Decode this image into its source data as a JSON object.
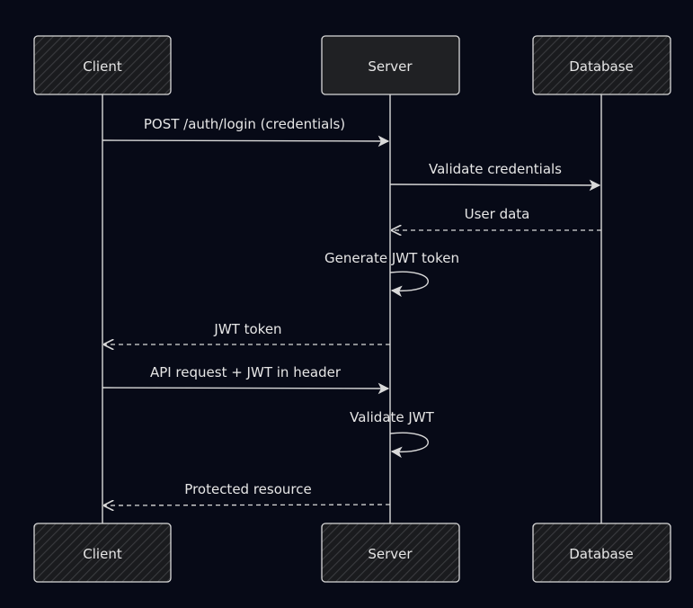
{
  "diagram": {
    "type": "sequence",
    "theme": {
      "background": "#070a17",
      "stroke": "#d9d9d9",
      "text": "#e6e6e6",
      "box_fill": "#202124",
      "hatch": "#3a3b3f"
    },
    "participants": [
      {
        "id": "client",
        "label": "Client",
        "fill_style": "hatch"
      },
      {
        "id": "server",
        "label": "Server",
        "fill_style": "solid"
      },
      {
        "id": "database",
        "label": "Database",
        "fill_style": "hatch"
      }
    ],
    "footer_participants": [
      {
        "id": "client",
        "label": "Client"
      },
      {
        "id": "server",
        "label": "Server"
      },
      {
        "id": "database",
        "label": "Database"
      }
    ],
    "messages": [
      {
        "from": "client",
        "to": "server",
        "label": "POST /auth/login (credentials)",
        "style": "solid"
      },
      {
        "from": "server",
        "to": "database",
        "label": "Validate credentials",
        "style": "solid"
      },
      {
        "from": "database",
        "to": "server",
        "label": "User data",
        "style": "dashed"
      },
      {
        "from": "server",
        "to": "server",
        "label": "Generate JWT token",
        "style": "self"
      },
      {
        "from": "server",
        "to": "client",
        "label": "JWT token",
        "style": "dashed"
      },
      {
        "from": "client",
        "to": "server",
        "label": "API request + JWT in header",
        "style": "solid"
      },
      {
        "from": "server",
        "to": "server",
        "label": "Validate JWT",
        "style": "self"
      },
      {
        "from": "server",
        "to": "client",
        "label": "Protected resource",
        "style": "dashed"
      }
    ]
  }
}
